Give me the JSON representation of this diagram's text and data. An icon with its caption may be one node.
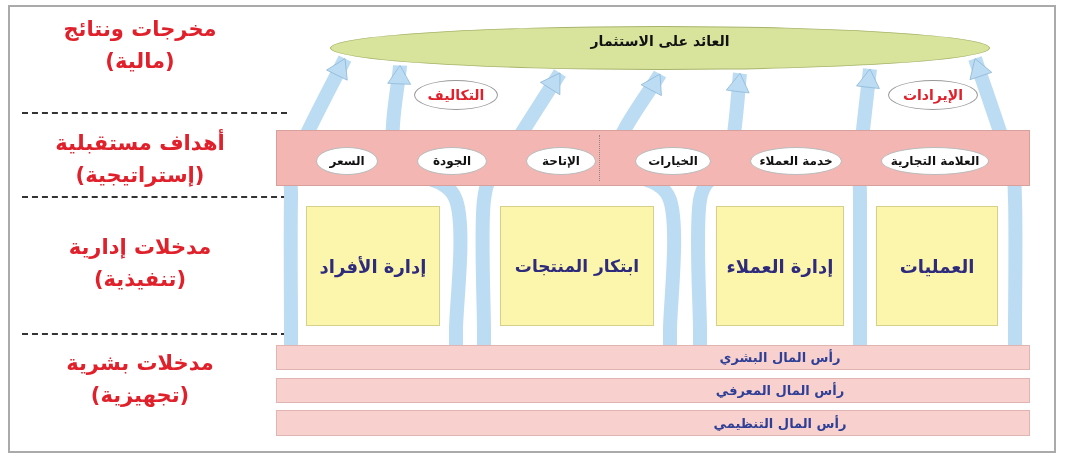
{
  "diagram": {
    "nodes": [
      {
        "text": [
          "العائد على الاستثمار"
        ]
      },
      {
        "text": [
          "التكاليف"
        ]
      },
      {
        "text": [
          "الإيرادات"
        ]
      },
      {
        "text": [],
        "shape": "box"
      },
      {
        "text": [
          "العلامة التجارية"
        ],
        "in": 3
      },
      {
        "text": [
          "خدمة العملاء"
        ],
        "in": 3
      },
      {
        "text": [
          "الخيارات"
        ],
        "in": 3
      },
      {
        "text": [
          "الإتاحة"
        ],
        "in": 3
      },
      {
        "text": [
          "الجودة"
        ],
        "in": 3
      },
      {
        "text": [
          "السعر"
        ],
        "in": 3
      },
      {
        "text": [
          "العمليات"
        ]
      },
      {
        "text": [
          "إدارة العملاء"
        ]
      },
      {
        "text": [
          "ابتكار المنتجات"
        ]
      },
      {
        "text": [
          "إدارة الأفراد"
        ]
      },
      {
        "text": [
          "رأس المال البشري"
        ]
      },
      {
        "text": [
          "رأس المال المعرفي"
        ]
      },
      {
        "text": [
          "رأس المال التنظيمي"
        ]
      }
    ],
    "edges": [
      {
        "from": 14,
        "to": 0,
        "arrow": "to"
      },
      {
        "from": 14,
        "to": 0,
        "arrow": "to"
      },
      {
        "from": 14,
        "to": 0,
        "arrow": "to"
      },
      {
        "from": 14,
        "to": 0,
        "arrow": "to"
      },
      {
        "from": 14,
        "to": 0,
        "arrow": "to"
      },
      {
        "from": 14,
        "to": 0,
        "arrow": "to"
      },
      {
        "from": 14,
        "to": 0,
        "arrow": "to"
      }
    ],
    "labels": [
      "مخرجات ونتائج (مالية)",
      "أهداف مستقبلية (إستراتيجية)",
      "مدخلات إدارية (تنفيذية)",
      "مدخلات بشرية (تجهيزية)"
    ]
  }
}
